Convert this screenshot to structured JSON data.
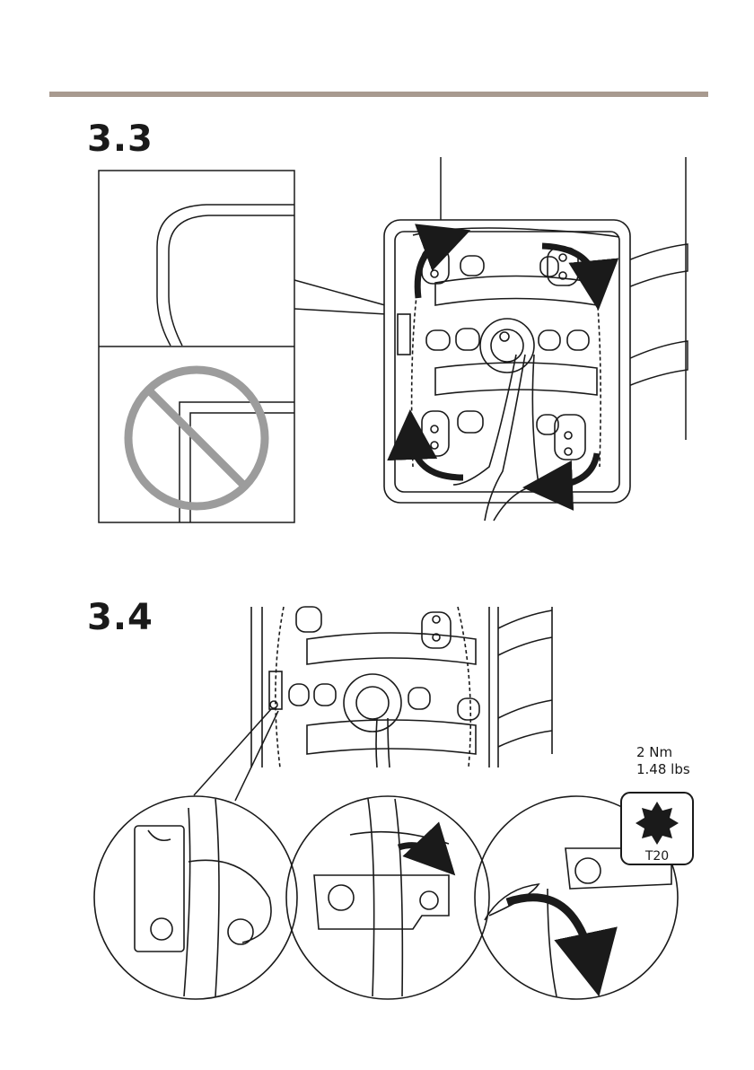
{
  "steps": [
    {
      "number": "3.3"
    },
    {
      "number": "3.4"
    }
  ],
  "torque": {
    "value_nm": "2 Nm",
    "value_lbs": "1.48 lbs",
    "tool": "T20"
  },
  "colors": {
    "rule": "#a89a8f",
    "prohibited_sign": "#9c9c9c",
    "line_art": "#1a1a1a"
  },
  "icons": [
    "prohibited-icon",
    "torx-t20-icon",
    "rotate-arrow-icon",
    "cable-route-arrow-icon"
  ]
}
